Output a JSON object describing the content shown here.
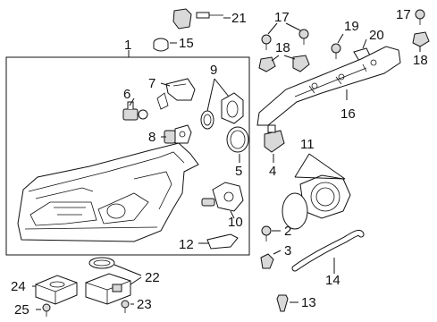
{
  "callouts": {
    "c1": "1",
    "c2": "2",
    "c3": "3",
    "c4": "4",
    "c5": "5",
    "c6": "6",
    "c7": "7",
    "c8": "8",
    "c9": "9",
    "c10": "10",
    "c11": "11",
    "c12": "12",
    "c13": "13",
    "c14": "14",
    "c15": "15",
    "c16": "16",
    "c17a": "17",
    "c17b": "17",
    "c18a": "18",
    "c18b": "18",
    "c19": "19",
    "c20": "20",
    "c21": "21",
    "c22": "22",
    "c23": "23",
    "c24": "24",
    "c25": "25"
  }
}
